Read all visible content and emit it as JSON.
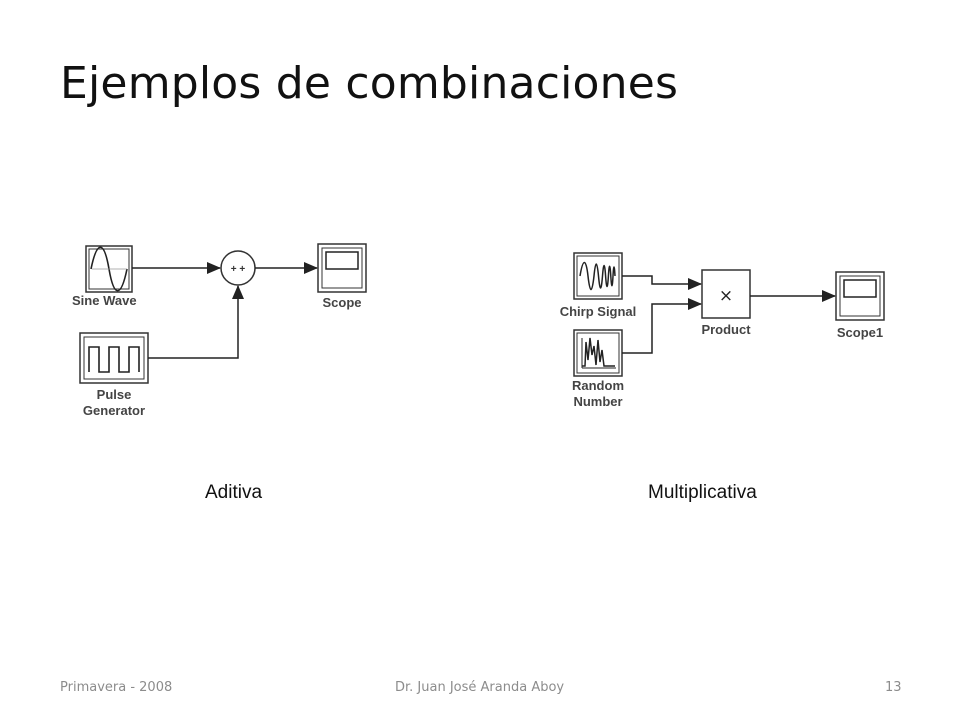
{
  "slide": {
    "title": "Ejemplos de combinaciones"
  },
  "additive_diagram": {
    "caption": "Aditiva",
    "blocks": {
      "sine_wave": "Sine Wave",
      "pulse_generator_line1": "Pulse",
      "pulse_generator_line2": "Generator",
      "sum_signs": "+ +",
      "scope": "Scope"
    }
  },
  "multiplicative_diagram": {
    "caption": "Multiplicativa",
    "blocks": {
      "chirp_signal": "Chirp Signal",
      "random_number_line1": "Random",
      "random_number_line2": "Number",
      "product_symbol": "×",
      "product": "Product",
      "scope1": "Scope1"
    }
  },
  "footer": {
    "left": "Primavera - 2008",
    "center": "Dr. Juan José Aranda Aboy",
    "page_number": "13"
  },
  "colors": {
    "block_stroke": "#333333",
    "label": "#444444",
    "footer": "#8c8c8c"
  }
}
